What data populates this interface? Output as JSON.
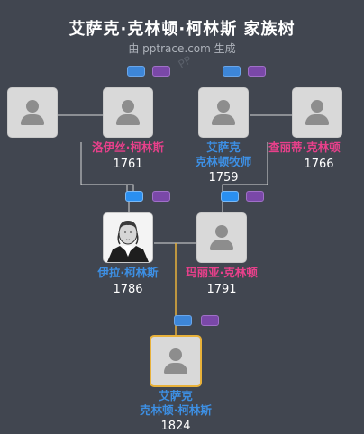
{
  "header": {
    "title": "艾萨克·克林顿·柯林斯 家族树",
    "subtitle": "由 pptrace.com 生成",
    "watermark": "PP"
  },
  "people": {
    "paternal_grandfather": {
      "name": "",
      "year": ""
    },
    "paternal_grandmother": {
      "name": "洛伊丝·柯林斯",
      "year": "1761"
    },
    "maternal_grandfather": {
      "name_line1": "艾萨克",
      "name_line2": "克林顿牧师",
      "year": "1759"
    },
    "maternal_grandmother": {
      "name": "查丽蒂·克林顿",
      "year": "1766"
    },
    "father": {
      "name": "伊拉·柯林斯",
      "year": "1786"
    },
    "mother": {
      "name": "玛丽亚·克林顿",
      "year": "1791"
    },
    "subject": {
      "name_line1": "艾萨克",
      "name_line2": "克林顿·柯林斯",
      "year": "1824"
    }
  },
  "colors": {
    "background": "#414650",
    "male": "#3d8fe3",
    "female": "#e8408b",
    "selected_border": "#e8b13a",
    "line": "#d8d8d8"
  }
}
